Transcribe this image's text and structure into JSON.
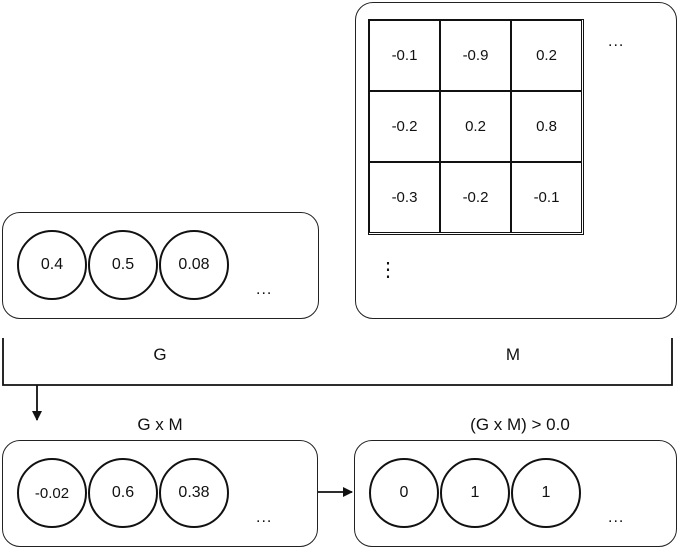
{
  "g_panel": {
    "label": "G",
    "values": [
      "0.4",
      "0.5",
      "0.08"
    ],
    "ellipsis": "..."
  },
  "m_panel": {
    "label": "M",
    "matrix": [
      [
        "-0.1",
        "-0.9",
        "0.2"
      ],
      [
        "-0.2",
        "0.2",
        "0.8"
      ],
      [
        "-0.3",
        "-0.2",
        "-0.1"
      ]
    ],
    "row_ellipsis": "...",
    "col_ellipsis": "⋮"
  },
  "product_panel": {
    "title": "G x M",
    "values": [
      "-0.02",
      "0.6",
      "0.38"
    ],
    "ellipsis": "..."
  },
  "threshold_panel": {
    "title": "(G x M) > 0.0",
    "values": [
      "0",
      "1",
      "1"
    ],
    "ellipsis": "..."
  }
}
